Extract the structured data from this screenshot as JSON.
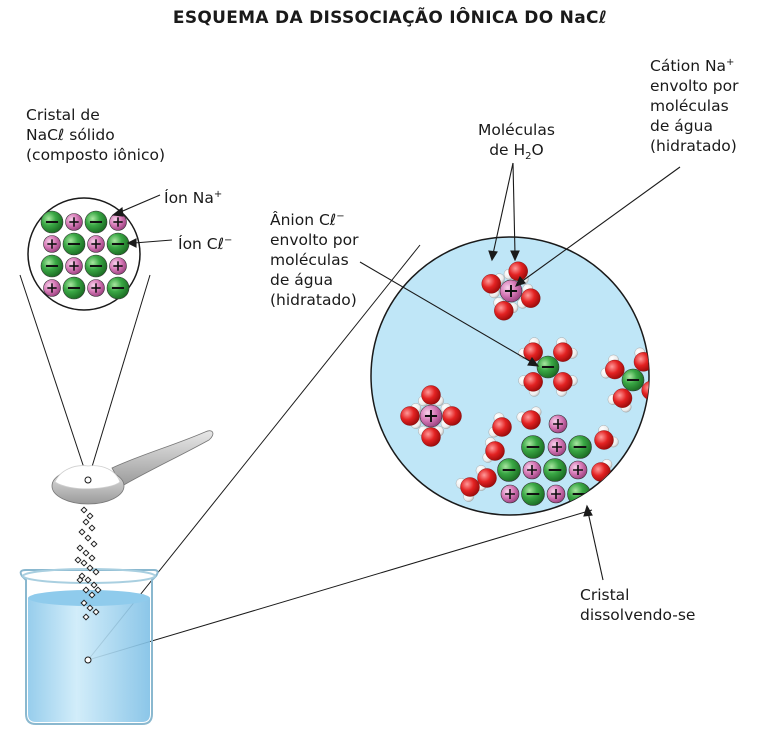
{
  "title": "ESQUEMA DA DISSOCIAÇÃO IÔNICA DO NaCℓ",
  "labels": {
    "crystal_solid": [
      "Cristal de",
      "NaCℓ sólido",
      "(composto iônico)"
    ],
    "ion_na": {
      "text": "Íon Na",
      "sup": "+"
    },
    "ion_cl": {
      "text": "Íon Cℓ",
      "sup": "−"
    },
    "anion": {
      "line1": "Ânion Cℓ",
      "sup": "−",
      "rest": [
        "envolto por",
        "moléculas",
        "de água",
        "(hidratado)"
      ]
    },
    "water_molecules": {
      "line1": "Moléculas",
      "line2_prefix": "de H",
      "sub": "2",
      "line2_suffix": "O"
    },
    "cation": {
      "line1": "Cátion Na",
      "sup": "+",
      "rest": [
        "envolto por",
        "moléculas",
        "de água",
        "(hidratado)"
      ]
    },
    "crystal_dissolving": [
      "Cristal",
      "dissolvendo-se"
    ]
  },
  "colors": {
    "cl_ion": "#2e9a3a",
    "na_ion": "#d66bb2",
    "oxygen": "#e02020",
    "hydrogen": "#f4f4f4",
    "solution": "#bfe6f7",
    "beaker_water": "#9fd4ef",
    "outline": "#1a1a1a"
  },
  "icons": [
    "magnifier-circle-crystal",
    "magnifier-circle-solution",
    "spoon",
    "beaker",
    "salt-grains"
  ]
}
